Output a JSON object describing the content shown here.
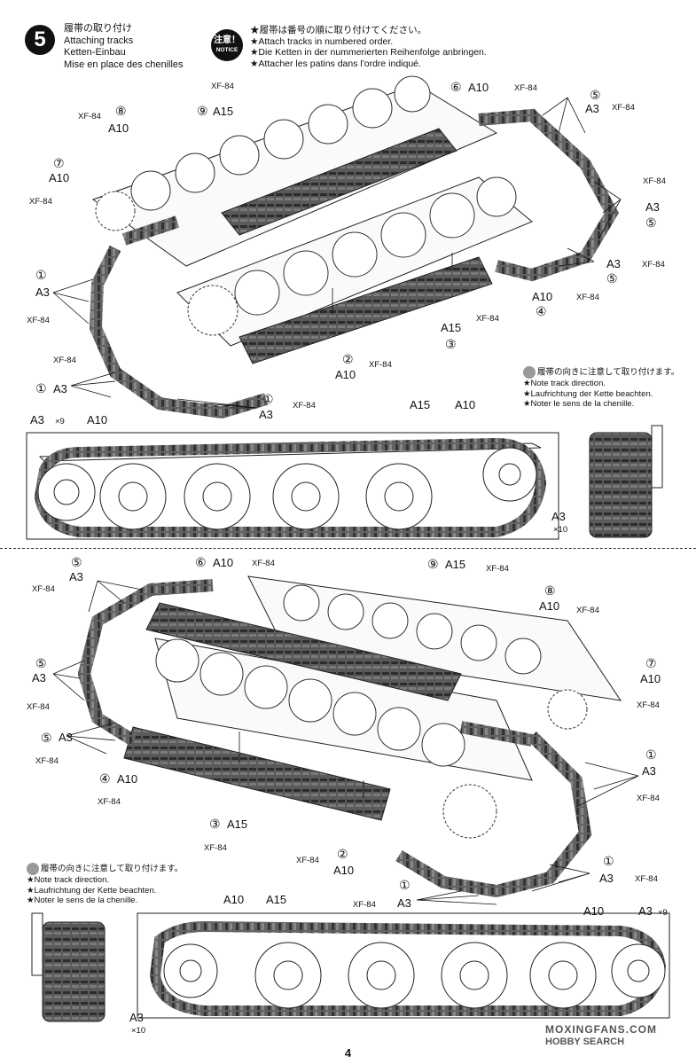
{
  "step": {
    "number": "5",
    "title_lines": [
      "履帯の取り付け",
      "Attaching tracks",
      "Ketten-Einbau",
      "Mise en place des chenilles"
    ]
  },
  "notice": {
    "badge_jp": "注意！",
    "badge_en": "NOTICE",
    "lines": [
      "★履帯は番号の順に取り付けてください。",
      "★Attach tracks in numbered order.",
      "★Die Ketten in der nummerierten Reihenfolge anbringen.",
      "★Attacher les patins dans l'ordre indiqué."
    ]
  },
  "direction_note": {
    "lines": [
      "履帯の向きに注意して取り付けます。",
      "★Note track direction.",
      "★Laufrichtung der Kette beachten.",
      "★Noter le sens de la chenille."
    ]
  },
  "paint": "XF-84",
  "parts": {
    "a3": "A3",
    "a10": "A10",
    "a15": "A15"
  },
  "counts": {
    "x9": "×9",
    "x10": "×10"
  },
  "nums": {
    "n1": "①",
    "n2": "②",
    "n3": "③",
    "n4": "④",
    "n5": "⑤",
    "n6": "⑥",
    "n7": "⑦",
    "n8": "⑧",
    "n9": "⑨"
  },
  "page_number": "4",
  "watermark": {
    "line1": "MOXINGFANS.COM",
    "line2": "HOBBY SEARCH"
  }
}
